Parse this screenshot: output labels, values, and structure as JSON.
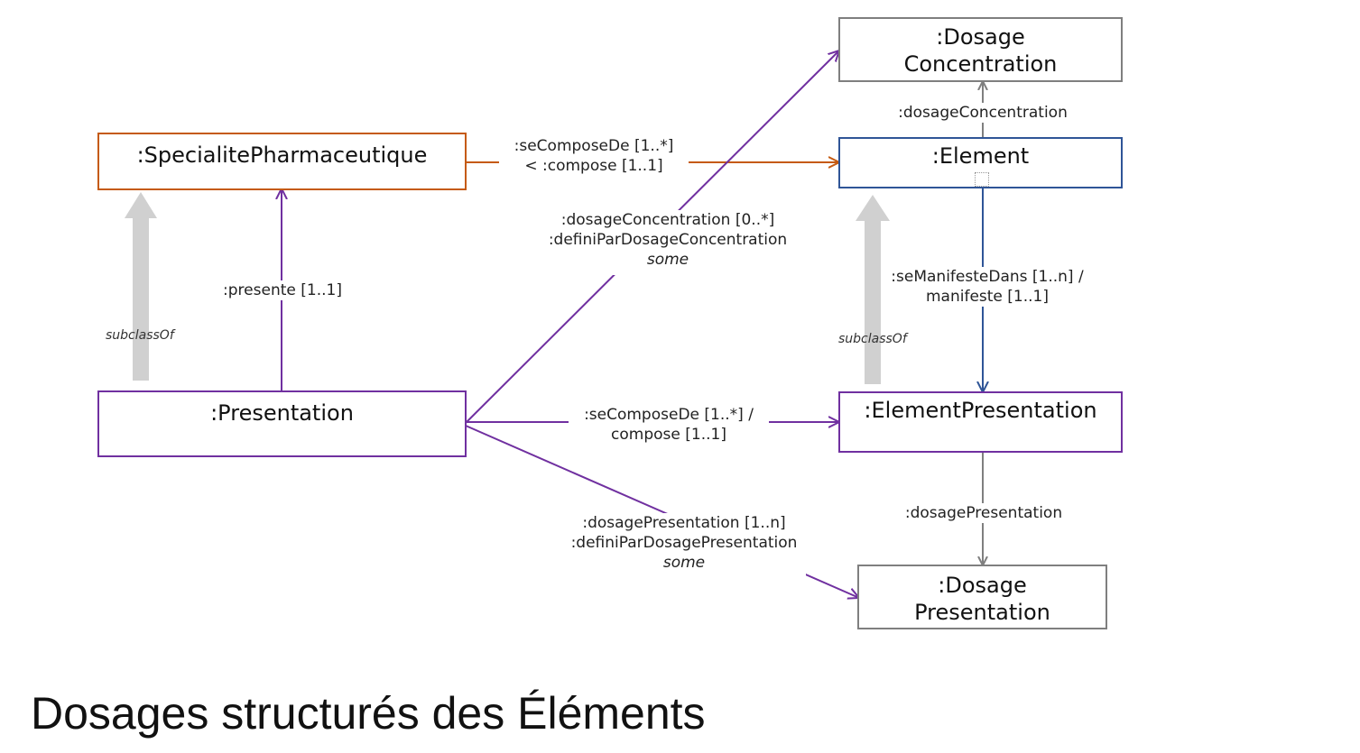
{
  "title": "Dosages structurés des Éléments",
  "colors": {
    "orange": "#C55A11",
    "purple": "#7030A0",
    "blue": "#2F5597",
    "gray": "#7F7F7F",
    "light_gray": "#D0D0D0"
  },
  "nodes": {
    "specialite": ":SpecialitePharmaceutique",
    "presentation": ":Presentation",
    "dosage_concentration": [
      ":Dosage",
      "Concentration"
    ],
    "element": ":Element",
    "element_presentation": ":ElementPresentation",
    "dosage_presentation": [
      ":Dosage",
      "Presentation"
    ]
  },
  "edges": {
    "se_compose_de_element": [
      ":seComposeDe [1..*]",
      "< :compose [1..1]"
    ],
    "presente": ":presente [1..1]",
    "dosage_concentration_rel": [
      ":dosageConcentration [0..*]",
      ":definiParDosageConcentration",
      "some"
    ],
    "dosage_concentration_top": ":dosageConcentration",
    "se_manifeste_dans": [
      ":seManifesteDans [1..n] /",
      "manifeste [1..1]"
    ],
    "se_compose_de_presentation": [
      ":seComposeDe [1..*] /",
      "compose [1..1]"
    ],
    "dosage_presentation_right": ":dosagePresentation",
    "dosage_presentation_rel": [
      ":dosagePresentation [1..n]",
      ":definiParDosagePresentation",
      "some"
    ]
  },
  "subclass_labels": [
    "subclassOf",
    "subclassOf"
  ]
}
